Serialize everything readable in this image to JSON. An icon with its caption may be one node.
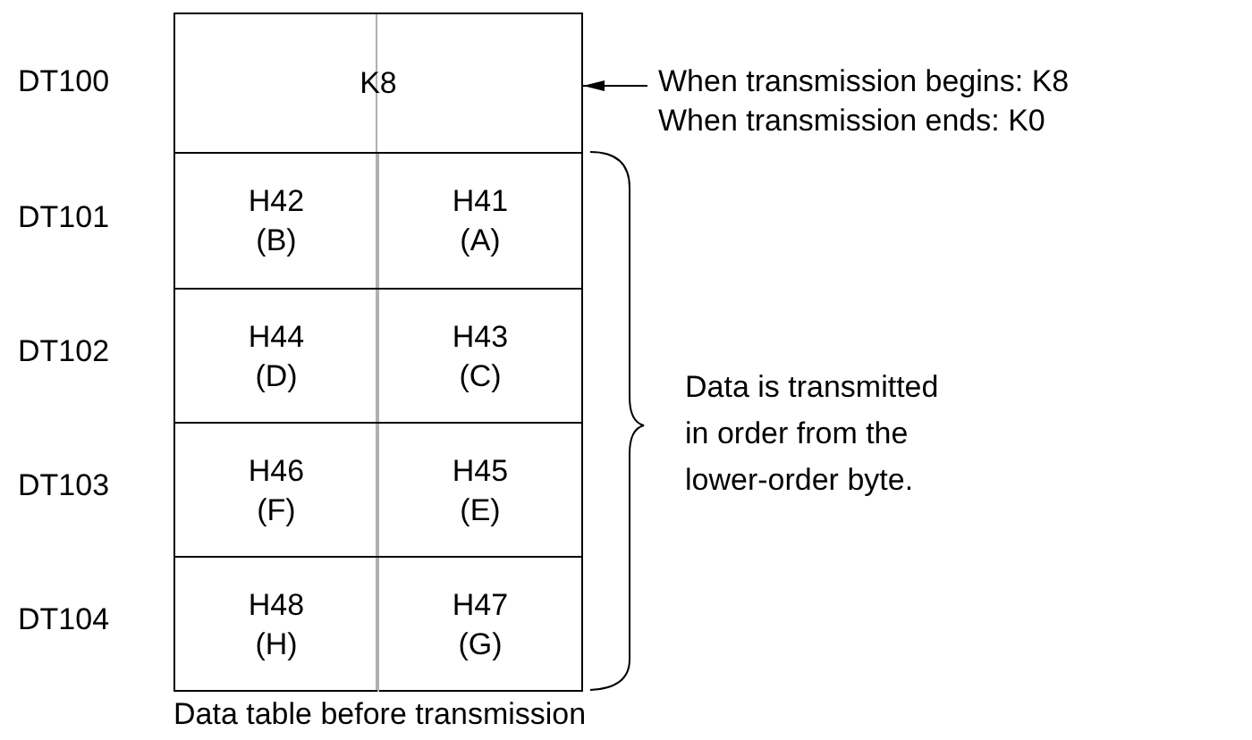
{
  "diagram": {
    "caption": "Data table before transmission",
    "nodes": [
      {
        "text": [],
        "shape": "box"
      },
      {
        "text": [
          "K8"
        ],
        "in": 0
      },
      {
        "text": [],
        "shape": "box",
        "in": 0
      },
      {
        "text": [
          "H42",
          "(B)"
        ],
        "in": 2
      },
      {
        "text": [
          "H41",
          "(A)"
        ],
        "in": 2
      },
      {
        "text": [],
        "shape": "box",
        "in": 0
      },
      {
        "text": [
          "H44",
          "(D)"
        ],
        "in": 5
      },
      {
        "text": [
          "H43",
          "(C)"
        ],
        "in": 5
      },
      {
        "text": [],
        "shape": "box",
        "in": 0
      },
      {
        "text": [
          "H46",
          "(F)"
        ],
        "in": 8
      },
      {
        "text": [
          "H45",
          "(E)"
        ],
        "in": 8
      },
      {
        "text": [],
        "shape": "box",
        "in": 0
      },
      {
        "text": [
          "H48",
          "(H)"
        ],
        "in": 11
      },
      {
        "text": [
          "H47",
          "(G)"
        ],
        "in": 11
      },
      {
        "text": [
          "When transmission begins: K8",
          "When transmission ends: K0"
        ]
      }
    ],
    "edges": [
      {
        "from": 14,
        "to": 0,
        "arrow": "to"
      }
    ],
    "labels": [
      "DT100",
      "DT101",
      "DT102",
      "DT103",
      "DT104",
      "Data is transmitted in order from the lower-order byte."
    ]
  }
}
